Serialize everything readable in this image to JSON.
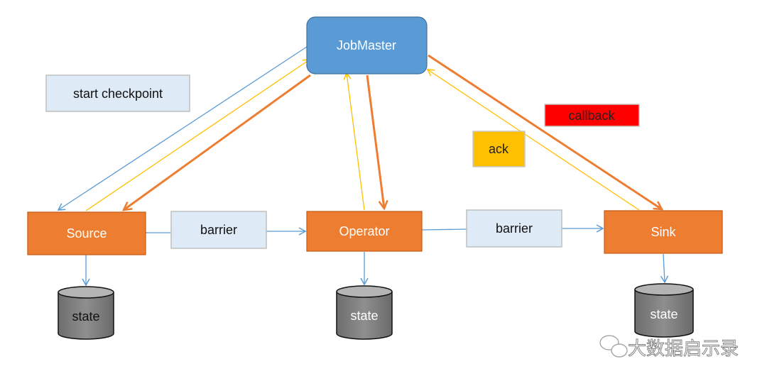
{
  "nodes": {
    "jobmaster": "JobMaster",
    "source": "Source",
    "operator": "Operator",
    "sink": "Sink"
  },
  "labels": {
    "start_checkpoint": "start checkpoint",
    "callback": "callback",
    "ack": "ack",
    "barrier_1": "barrier",
    "barrier_2": "barrier"
  },
  "states": {
    "source_state": "state",
    "operator_state": "state",
    "sink_state": "state"
  },
  "watermark": "大数据启示录",
  "colors": {
    "jobmaster": "#5b9bd5",
    "task": "#ed7d31",
    "label_box": "#deebf7",
    "callback": "#ff0000",
    "ack": "#ffc000",
    "blue_line": "#5b9bd5",
    "yellow_line": "#ffc000",
    "orange_line": "#ed7d31"
  }
}
